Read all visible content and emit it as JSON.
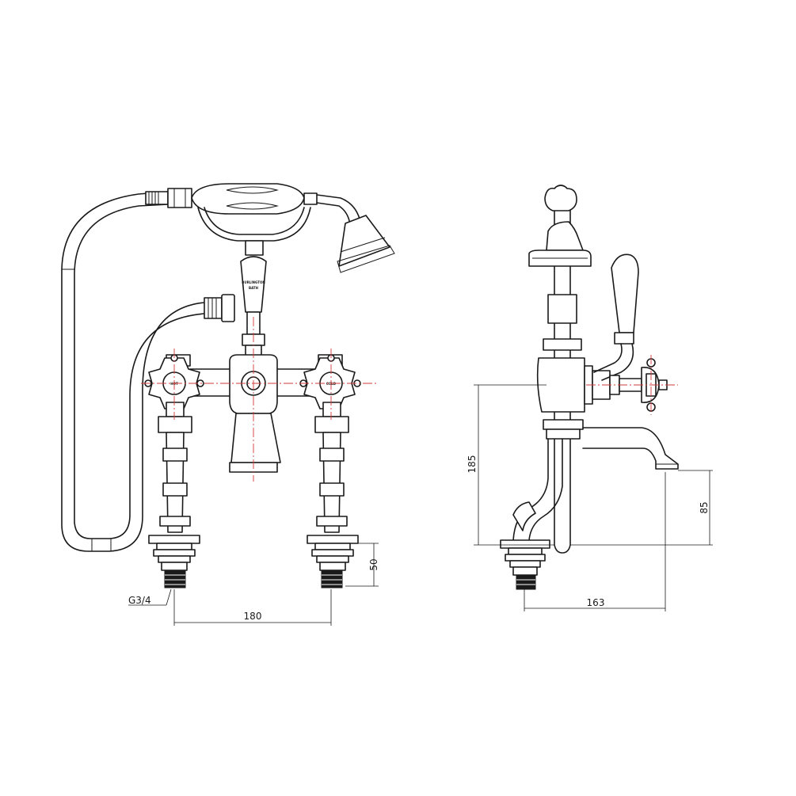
{
  "dimensions": {
    "thread": "G3/4",
    "centres": "180",
    "riser_height": "50",
    "tap_height": "185",
    "spout_height": "85",
    "spout_reach": "163"
  },
  "labels": {
    "hot": "HOT",
    "cold": "COLD",
    "handset_brand_1": "BURLINGTON",
    "handset_brand_2": "BATH"
  }
}
